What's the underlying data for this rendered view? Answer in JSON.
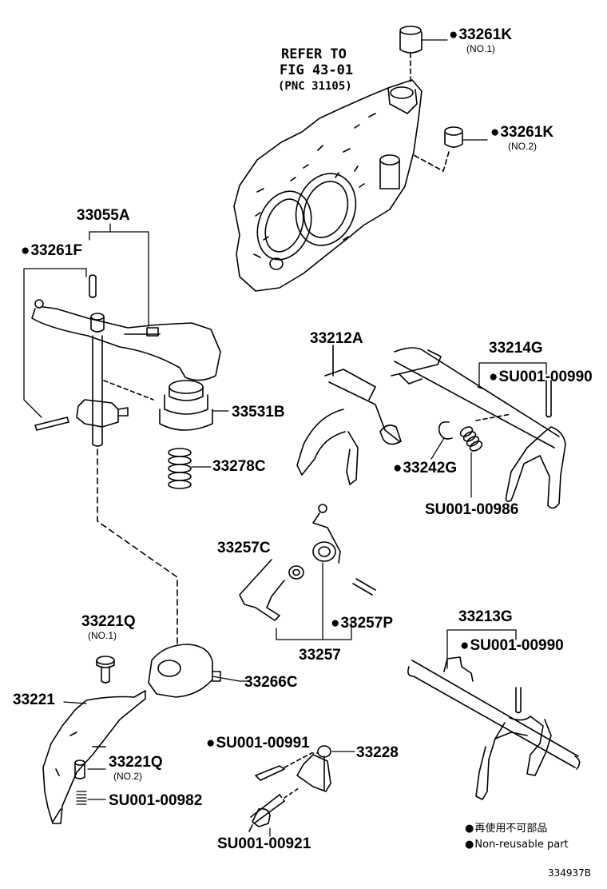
{
  "ref_note": [
    "REFER TO",
    "FIG 43-01",
    "(PNC 31105)"
  ],
  "parts": {
    "p33261K_1": {
      "num": "33261K",
      "sub": "(NO.1)"
    },
    "p33261K_2": {
      "num": "33261K",
      "sub": "(NO.2)"
    },
    "p33055A": "33055A",
    "p33261F": "33261F",
    "p33531B": "33531B",
    "p33278C": "33278C",
    "p33212A": "33212A",
    "p33214G": "33214G",
    "pSU00990_a": "SU001-00990",
    "p33242G": "33242G",
    "pSU00986": "SU001-00986",
    "p33257C": "33257C",
    "p33257P": "33257P",
    "p33257": "33257",
    "p33221Q_1": {
      "num": "33221Q",
      "sub": "(NO.1)"
    },
    "p33221": "33221",
    "p33266C": "33266C",
    "p33221Q_2": {
      "num": "33221Q",
      "sub": "(NO.2)"
    },
    "pSU00982": "SU001-00982",
    "pSU00991": "SU001-00991",
    "p33228": "33228",
    "pSU00921": "SU001-00921",
    "p33213G": "33213G",
    "pSU00990_b": "SU001-00990"
  },
  "legend": {
    "jp": "再使用不可部品",
    "en": "Non-reusable part"
  },
  "figure_code": "334937B"
}
